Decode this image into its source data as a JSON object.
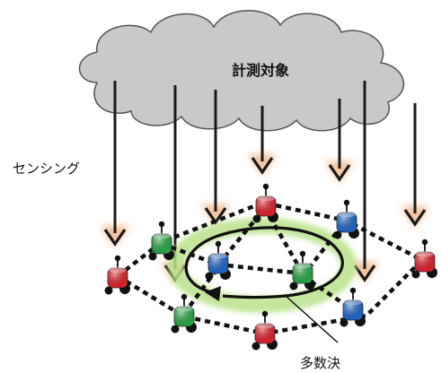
{
  "labels": {
    "target": "計測対象",
    "sensing": "センシング",
    "majority_vote": "多数決"
  },
  "colors": {
    "cloud_fill": "#c9c9c9",
    "cloud_stroke": "#555555",
    "arrow_glow": "#f2b98f",
    "arrow_body": "#1a1a1a",
    "robot_red": "#e0202a",
    "robot_green": "#29a844",
    "robot_blue": "#1f66c9",
    "ring_glow": "#b9e28a",
    "link": "#111111"
  },
  "icons": [
    "cloud-icon",
    "robot-icon",
    "sensing-arrow-icon",
    "cycle-arrow-icon"
  ]
}
